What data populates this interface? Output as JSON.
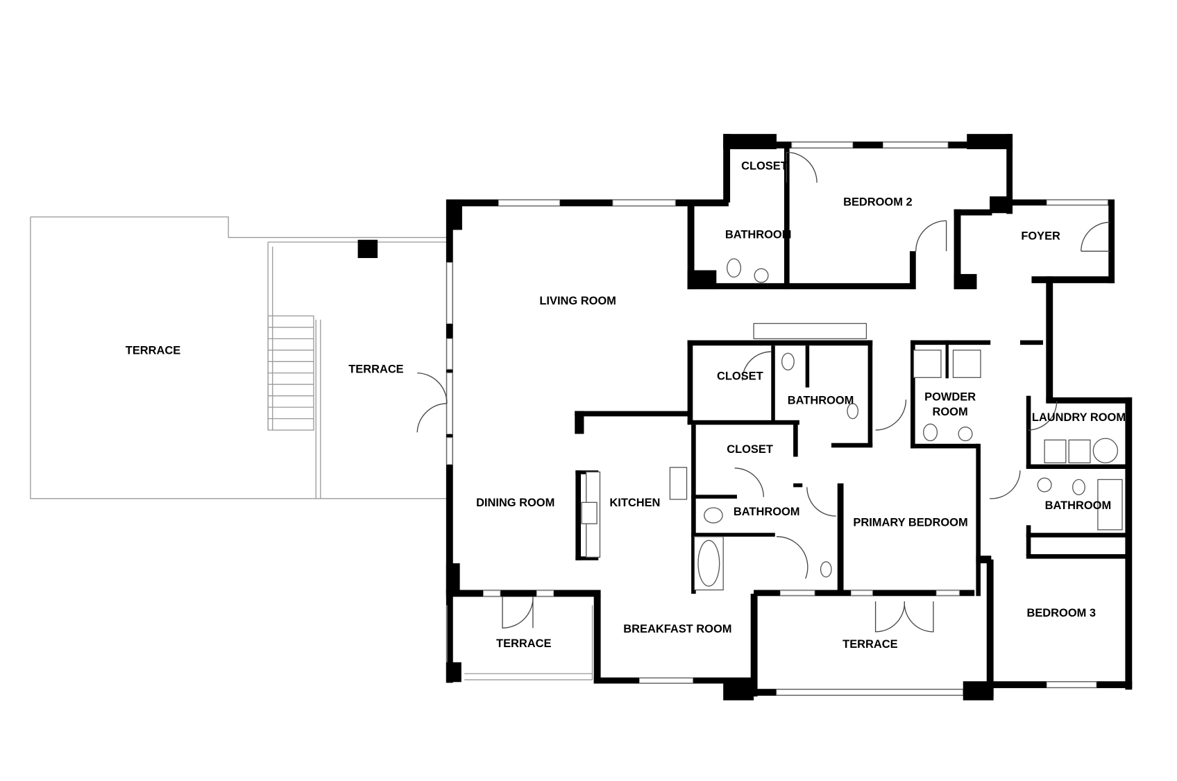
{
  "title": "Floor Plan",
  "rooms": [
    "TERRACE",
    "TERRACE",
    "LIVING ROOM",
    "CLOSET",
    "BEDROOM 2",
    "BATHROOM",
    "FOYER",
    "CLOSET",
    "BATHROOM",
    "POWDER",
    "ROOM",
    "LAUNDRY ROOM",
    "CLOSET",
    "DINING ROOM",
    "KITCHEN",
    "BATHROOM",
    "PRIMARY BEDROOM",
    "BATHROOM",
    "BEDROOM 3",
    "TERRACE",
    "BREAKFAST ROOM",
    "TERRACE"
  ]
}
